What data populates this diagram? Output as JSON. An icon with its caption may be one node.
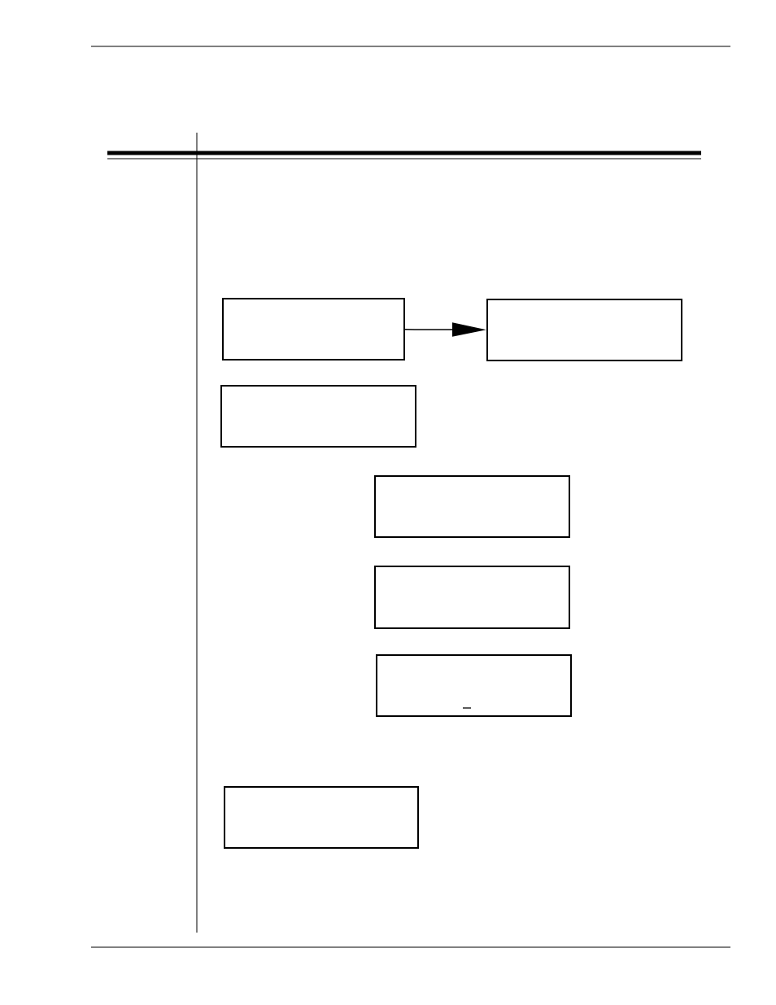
{
  "diagram": {
    "nodes": [
      {
        "text": [],
        "shape": "box"
      },
      {
        "text": [],
        "shape": "box"
      },
      {
        "text": [],
        "shape": "box"
      },
      {
        "text": [],
        "shape": "box"
      },
      {
        "text": [],
        "shape": "box"
      },
      {
        "text": [],
        "shape": "box"
      },
      {
        "text": [],
        "shape": "box"
      }
    ],
    "edges": [
      {
        "from": 0,
        "to": 1,
        "arrow": "to"
      }
    ]
  }
}
